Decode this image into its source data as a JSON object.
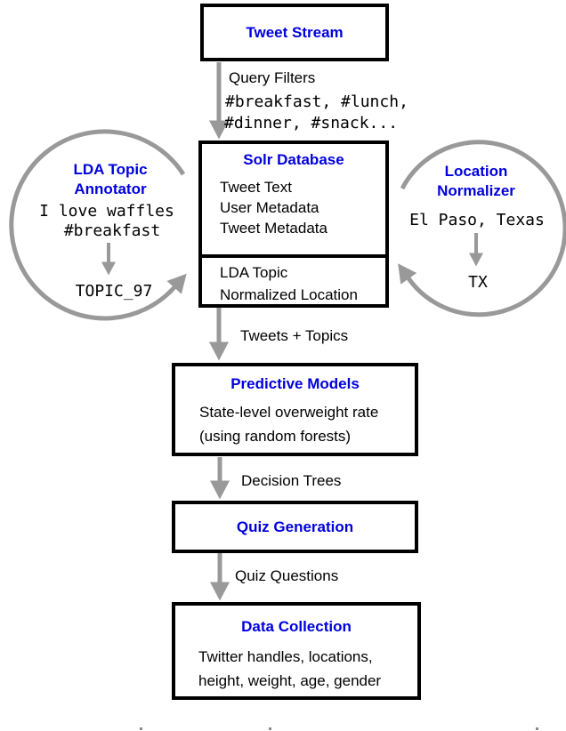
{
  "colors": {
    "title_blue": "#0000dd",
    "arrow_gray": "#999999",
    "border_black": "#000000"
  },
  "nodes": {
    "tweet_stream": {
      "title": "Tweet Stream"
    },
    "solr_database": {
      "title": "Solr Database",
      "fields": [
        "Tweet Text",
        "User Metadata",
        "Tweet Metadata"
      ],
      "derived_fields": [
        "LDA Topic",
        "Normalized Location"
      ]
    },
    "predictive_models": {
      "title": "Predictive Models",
      "lines": [
        "State-level overweight rate",
        "(using random forests)"
      ]
    },
    "quiz_generation": {
      "title": "Quiz Generation"
    },
    "data_collection": {
      "title": "Data Collection",
      "lines": [
        "Twitter handles, locations,",
        "height, weight, age, gender"
      ]
    }
  },
  "processors": {
    "lda_topic_annotator": {
      "title_line1": "LDA Topic",
      "title_line2": "Annotator",
      "example_input_line1": "I love waffles",
      "example_input_line2": "#breakfast",
      "example_output": "TOPIC_97"
    },
    "location_normalizer": {
      "title_line1": "Location",
      "title_line2": "Normalizer",
      "example_input": "El Paso, Texas",
      "example_output": "TX"
    }
  },
  "edges": {
    "query_filters": {
      "label": "Query Filters",
      "detail_line1": "#breakfast, #lunch,",
      "detail_line2": "#dinner, #snack..."
    },
    "tweets_topics": {
      "label": "Tweets + Topics"
    },
    "decision_trees": {
      "label": "Decision Trees"
    },
    "quiz_questions": {
      "label": "Quiz Questions"
    }
  }
}
